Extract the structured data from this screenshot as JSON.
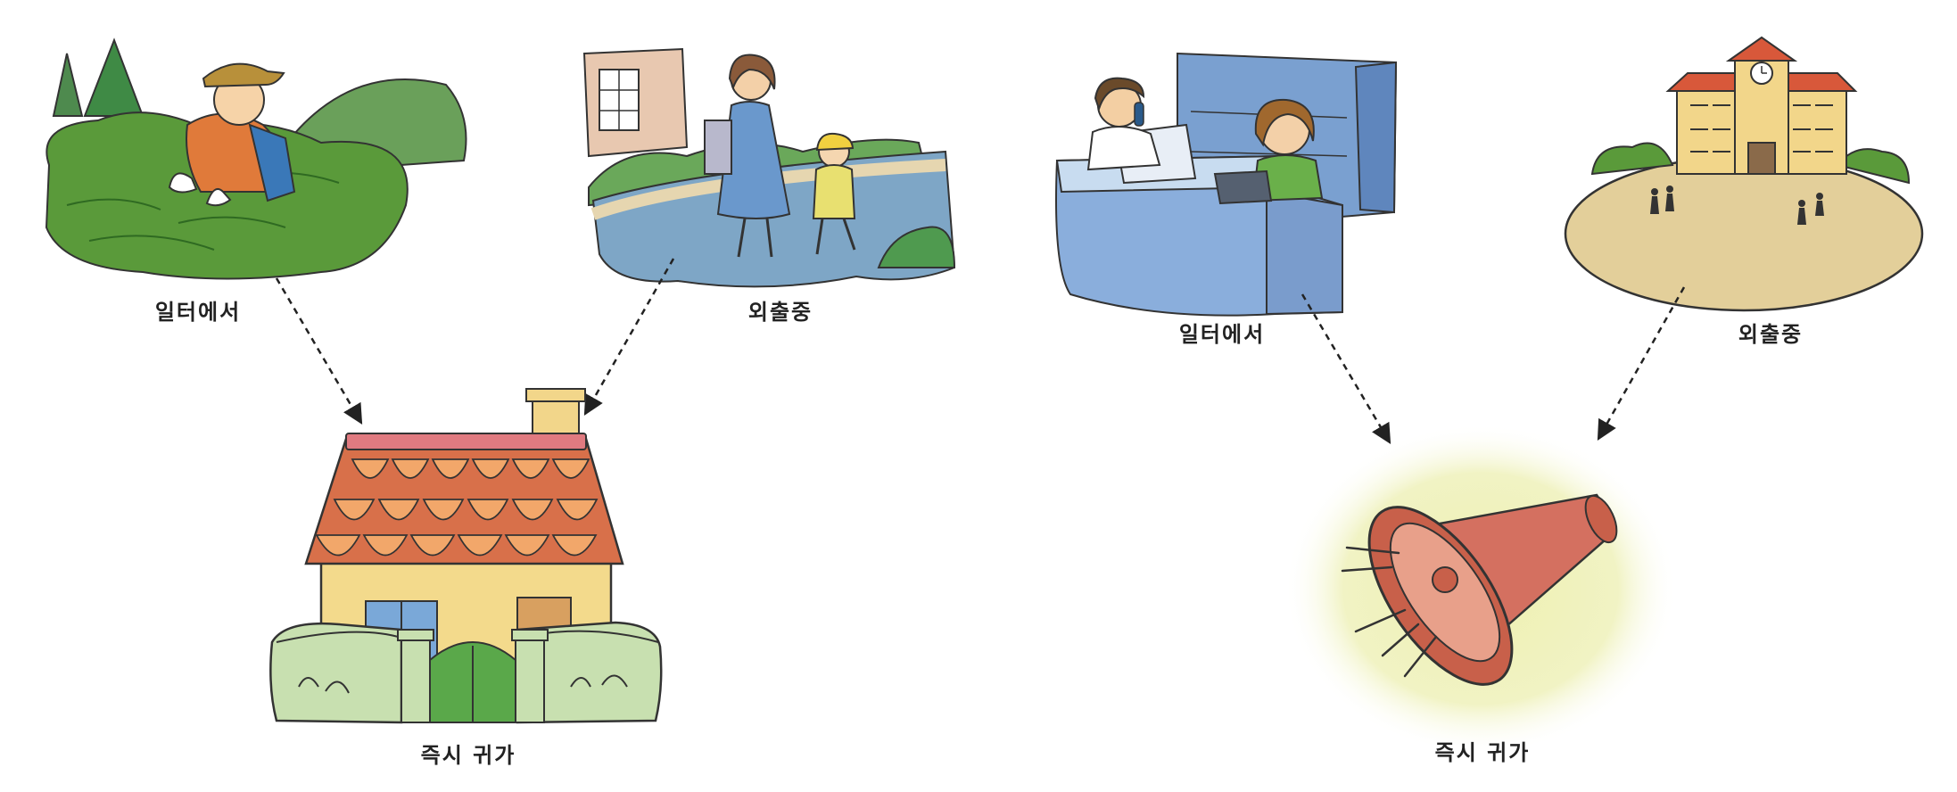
{
  "diagrams": [
    {
      "sources": [
        {
          "label": "일터에서",
          "icon": "farmer-in-field-icon"
        },
        {
          "label": "외출중",
          "icon": "mother-and-child-walking-icon"
        }
      ],
      "target": {
        "label": "즉시 귀가",
        "icon": "house-icon"
      }
    },
    {
      "sources": [
        {
          "label": "일터에서",
          "icon": "office-workers-icon"
        },
        {
          "label": "외출중",
          "icon": "school-playground-icon"
        }
      ],
      "target": {
        "label": "즉시 귀가",
        "icon": "megaphone-icon"
      }
    }
  ],
  "colors": {
    "arrow": "#222222",
    "bush": "#5a9a3a",
    "roof": "#c85a3a",
    "office_blue": "#7aa0d0",
    "playground": "#e3cf9a",
    "megaphone": "#c8604a",
    "glow": "#eef0b0"
  }
}
